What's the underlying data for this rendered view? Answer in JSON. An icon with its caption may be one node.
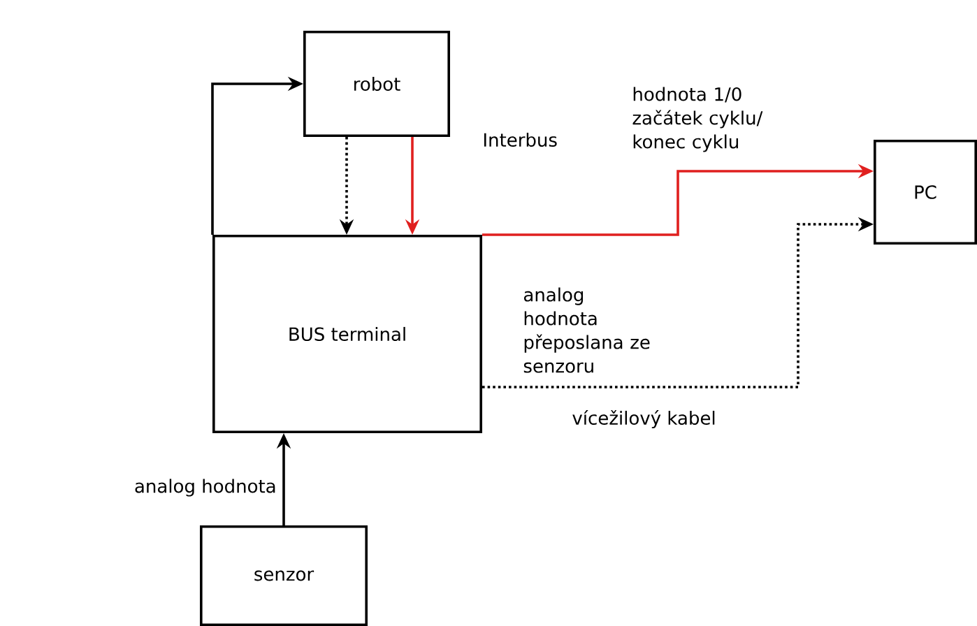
{
  "diagram": {
    "nodes": [
      {
        "text": [
          "robot"
        ]
      },
      {
        "text": [
          "BUS terminal"
        ]
      },
      {
        "text": [
          "PC"
        ]
      },
      {
        "text": [
          "senzor"
        ]
      }
    ],
    "edges": [
      {
        "from": 1,
        "to": 0,
        "arrow": "to"
      },
      {
        "from": 0,
        "to": 1,
        "arrow": "to",
        "style": "dashed"
      },
      {
        "from": 0,
        "to": 1,
        "arrow": "to",
        "label": "Interbus",
        "color": "#e0201f"
      },
      {
        "from": 1,
        "to": 2,
        "arrow": "to",
        "label": "hodnota 1/0 začátek cyklu/ konec cyklu",
        "color": "#e0201f"
      },
      {
        "from": 1,
        "to": 2,
        "arrow": "to",
        "style": "dashed",
        "label": "analog hodnota přeposlana ze senzoru"
      },
      {
        "from": 3,
        "to": 1,
        "arrow": "to",
        "label": "analog hodnota"
      }
    ],
    "labels": [
      "vícežilový kabel"
    ]
  }
}
